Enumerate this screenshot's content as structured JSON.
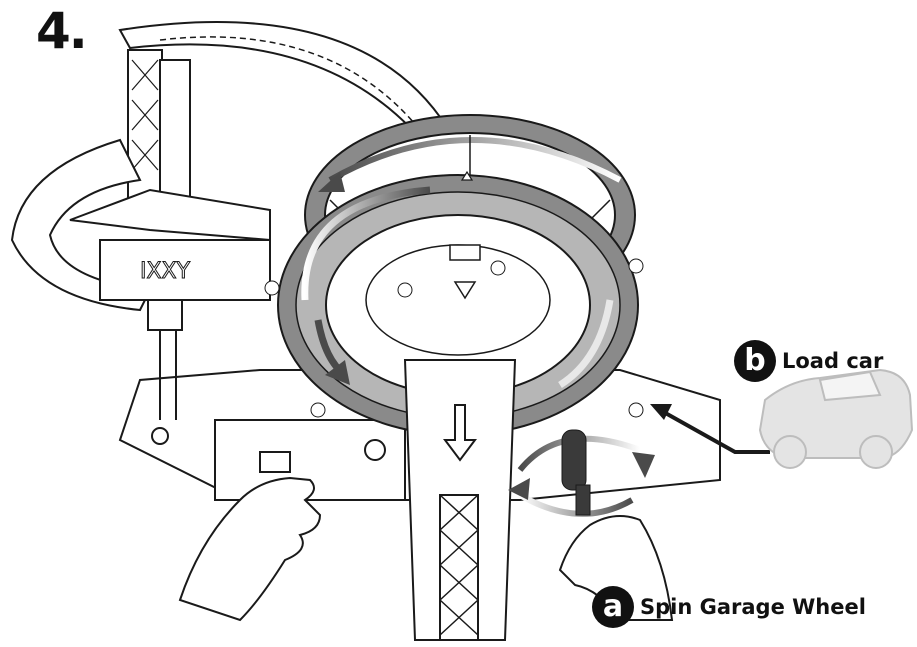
{
  "step": {
    "number": "4."
  },
  "callouts": [
    {
      "letter": "b",
      "label": "Load car"
    },
    {
      "letter": "a",
      "label": "Spin Garage Wheel"
    }
  ],
  "colors": {
    "line": "#1a1a1a",
    "wheel": "#8a8a8a",
    "wheel_dark": "#5c5c5c",
    "car": "#c8c8c8",
    "badge": "#111111"
  }
}
